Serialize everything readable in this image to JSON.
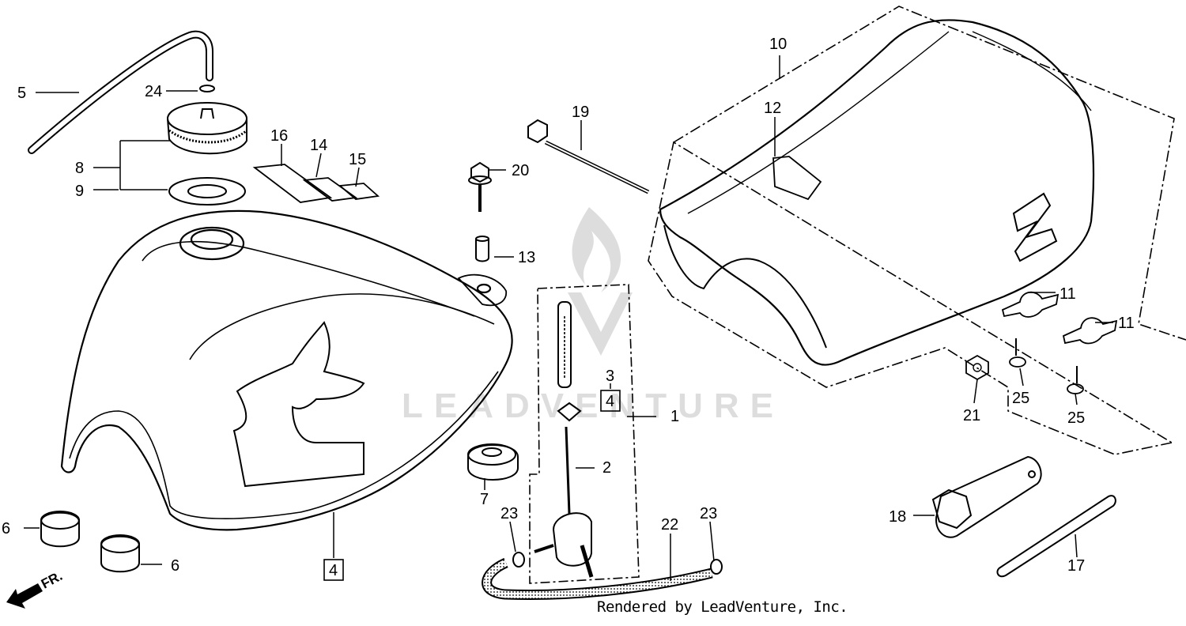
{
  "diagram": {
    "watermark": "LEADVENTURE",
    "direction_marker": "FR.",
    "footer": "Rendered by LeadVenture, Inc.",
    "callouts": [
      {
        "id": "c1",
        "text": "1"
      },
      {
        "id": "c2",
        "text": "2"
      },
      {
        "id": "c3",
        "text": "3"
      },
      {
        "id": "c4a",
        "text": "4",
        "boxed": true
      },
      {
        "id": "c4b",
        "text": "4",
        "boxed": true
      },
      {
        "id": "c5",
        "text": "5"
      },
      {
        "id": "c6a",
        "text": "6"
      },
      {
        "id": "c6b",
        "text": "6"
      },
      {
        "id": "c7",
        "text": "7"
      },
      {
        "id": "c8",
        "text": "8"
      },
      {
        "id": "c9",
        "text": "9"
      },
      {
        "id": "c10",
        "text": "10"
      },
      {
        "id": "c11a",
        "text": "11"
      },
      {
        "id": "c11b",
        "text": "11"
      },
      {
        "id": "c12",
        "text": "12"
      },
      {
        "id": "c13",
        "text": "13"
      },
      {
        "id": "c14",
        "text": "14"
      },
      {
        "id": "c15",
        "text": "15"
      },
      {
        "id": "c16",
        "text": "16"
      },
      {
        "id": "c17",
        "text": "17"
      },
      {
        "id": "c18",
        "text": "18"
      },
      {
        "id": "c19",
        "text": "19"
      },
      {
        "id": "c20",
        "text": "20"
      },
      {
        "id": "c21",
        "text": "21"
      },
      {
        "id": "c22",
        "text": "22"
      },
      {
        "id": "c23a",
        "text": "23"
      },
      {
        "id": "c23b",
        "text": "23"
      },
      {
        "id": "c24",
        "text": "24"
      },
      {
        "id": "c25a",
        "text": "25"
      },
      {
        "id": "c25b",
        "text": "25"
      }
    ]
  }
}
